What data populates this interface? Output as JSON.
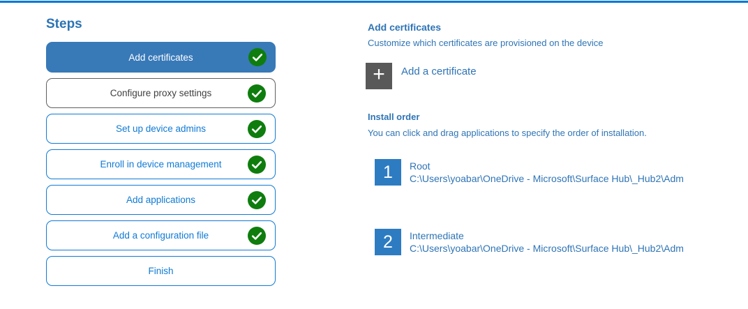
{
  "colors": {
    "top_line": "#0078d7",
    "heading_blue": "#2b74b5",
    "body_blue": "#2e74b5",
    "active_step_bg": "#3879b8",
    "active_step_text": "#ffffff",
    "step_outline_blue": "#0f7ad5",
    "visited_step_border": "#5f5f5f",
    "visited_step_text": "#404040",
    "check_green": "#0e7d0e",
    "add_button_gray": "#595959",
    "order_badge_blue": "#2d7cc2"
  },
  "steps_panel": {
    "title": "Steps",
    "items": [
      {
        "label": "Add certificates",
        "selected": true,
        "completed": true
      },
      {
        "label": "Configure proxy settings",
        "selected": false,
        "completed": true
      },
      {
        "label": "Set up device admins",
        "selected": false,
        "completed": true
      },
      {
        "label": "Enroll in device management",
        "selected": false,
        "completed": true
      },
      {
        "label": "Add applications",
        "selected": false,
        "completed": true
      },
      {
        "label": "Add a configuration file",
        "selected": false,
        "completed": true
      },
      {
        "label": "Finish",
        "selected": false,
        "completed": false
      }
    ]
  },
  "content": {
    "title": "Add certificates",
    "subtitle": "Customize which certificates are provisioned on the device",
    "add_button": {
      "icon_glyph": "+",
      "label": "Add a certificate"
    },
    "install_order": {
      "title": "Install order",
      "description": "You can click and drag applications to specify the order of installation.",
      "items": [
        {
          "number": "1",
          "name": "Root",
          "path": "C:\\Users\\yoabar\\OneDrive - Microsoft\\Surface Hub\\_Hub2\\Adm"
        },
        {
          "number": "2",
          "name": "Intermediate",
          "path": "C:\\Users\\yoabar\\OneDrive - Microsoft\\Surface Hub\\_Hub2\\Adm"
        }
      ]
    }
  }
}
